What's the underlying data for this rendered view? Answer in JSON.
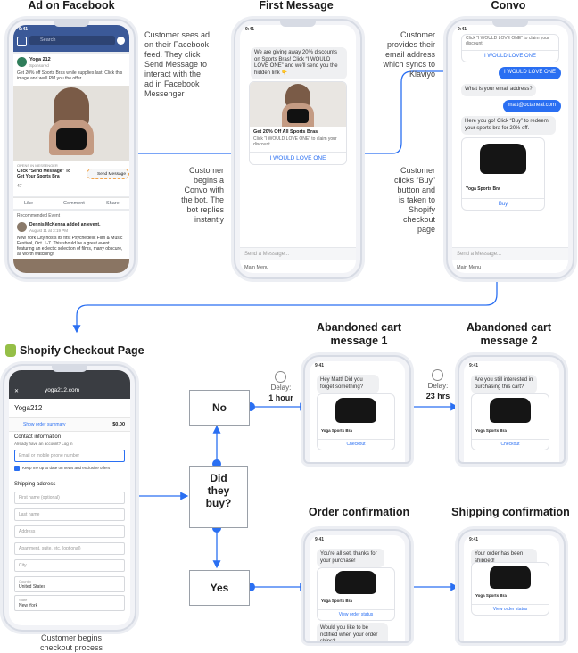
{
  "titles": {
    "ad": "Ad on Facebook",
    "first": "First Message",
    "convo": "Convo",
    "shopify": "Shopify Checkout Page",
    "abandoned1": "Abandoned cart\nmessage 1",
    "abandoned2": "Abandoned cart\nmessage 2",
    "order": "Order confirmation",
    "shipping": "Shipping confirmation"
  },
  "descriptions": {
    "ad": "Customer sees ad\non their Facebook\nfeed. They click\nSend Message to\ninteract with the\nad in Facebook\nMessenger",
    "begin_convo": "Customer\nbegins a\nConvo with\nthe bot. The\nbot replies\ninstantly",
    "email": "Customer\nprovides their\nemail address\nwhich syncs to\nKlaviyo",
    "buy": "Customer\nclicks “Buy”\nbutton and\nis taken to\nShopify\ncheckout\npage",
    "checkout": "Customer begins\ncheckout process"
  },
  "flow": {
    "did_they_buy": "Did\nthey\nbuy?",
    "no": "No",
    "yes": "Yes",
    "delay1_label": "Delay:",
    "delay1_value": "1 hour",
    "delay2_label": "Delay:",
    "delay2_value": "23 hrs"
  },
  "facebook": {
    "time": "9:41",
    "search_placeholder": "Search",
    "page_name": "Yoga 212",
    "sponsored": "Sponsored",
    "ad_text": "Get 20% off Sports Bras while supplies last. Click this image and we'll PM you the offer.",
    "opens_in": "OPENS IN MESSENGER",
    "cta_text": "Click “Send Message” To Get Your Sports Bra",
    "send_message": "Send Message",
    "reactions": "47",
    "like": "Like",
    "comment": "Comment",
    "share": "Share",
    "recommended": "Recommended Event",
    "post_author": "Dennis McKenna added an event.",
    "post_time": "August 11 at 3:19 PM",
    "post_text": "New York City hosts its first Psychedelic Film & Music Festival, Oct. 1-7. This should be a great event featuring an eclectic selection of films, many obscure, all worth watching!"
  },
  "first_message": {
    "time": "9:41",
    "message": "We are giving away 20% discounts on Sports Bras! Click “I WOULD LOVE ONE” and we'll send you the hidden link 👇",
    "card_title": "Get 20% Off All Sports Bras",
    "card_subtitle": "Click “I WOULD LOVE ONE” to claim your discount.",
    "button": "I WOULD LOVE ONE",
    "input_placeholder": "Send a Message...",
    "menu": "Main Menu"
  },
  "convo": {
    "time": "9:41",
    "top_text": "Click “I WOULD LOVE ONE” to claim your discount.",
    "top_button": "I WOULD LOVE ONE",
    "user_reply": "I WOULD LOVE ONE",
    "ask_email": "What is your email address?",
    "email": "matt@octaneai.com",
    "redeem": "Here you go! Click “Buy” to redeem your sports bra for 20% off.",
    "product": "Yoga Sports Bra",
    "buy": "Buy",
    "input_placeholder": "Send a Message...",
    "menu": "Main Menu"
  },
  "shopify": {
    "url": "yoga212.com",
    "store": "Yoga212",
    "order_summary": "Show order summary",
    "total": "$0.00",
    "contact_heading": "Contact information",
    "have_account": "Already have an account? Log in",
    "email_placeholder": "Email or mobile phone number",
    "keep_me": "Keep me up to date on news and exclusive offers",
    "shipping_heading": "Shipping address",
    "first_name": "First name (optional)",
    "last_name": "Last name",
    "address": "Address",
    "apartment": "Apartment, suite, etc. (optional)",
    "city": "City",
    "country_label": "Country",
    "country": "United States",
    "state_label": "State",
    "state": "New York"
  },
  "abandoned1": {
    "time": "9:41",
    "message": "Hey Matt! Did you forget something?",
    "product": "Yoga Sports Bra",
    "button": "Checkout"
  },
  "abandoned2": {
    "time": "9:41",
    "message": "Are you still interested in purchasing this cart?",
    "product": "Yoga Sports Bra",
    "button": "Checkout"
  },
  "order": {
    "time": "9:41",
    "message": "You're all set, thanks for your purchase!",
    "product": "Yoga Sports Bra",
    "button": "View order status",
    "followup": "Would you like to be notified when your order ships?"
  },
  "shipping": {
    "time": "9:41",
    "message": "Your order has been shipped!",
    "product": "Yoga Sports Bra",
    "button": "View order status"
  },
  "colors": {
    "arrow": "#2a6ff2",
    "messenger_blue": "#2a6ff2",
    "facebook_blue": "#3b5998",
    "shopify_green": "#95bf47"
  }
}
